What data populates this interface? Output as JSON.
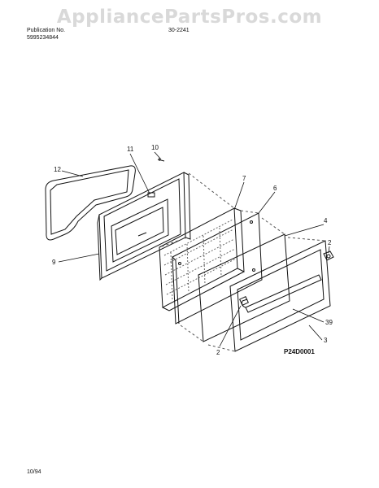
{
  "watermark": "AppliancePartsPros.com",
  "header": {
    "publication_label": "Publication No.",
    "publication_number": "5995234844",
    "model_code": "30-2241"
  },
  "callouts": [
    "11",
    "10",
    "12",
    "7",
    "6",
    "4",
    "9",
    "2",
    "39",
    "3",
    "2"
  ],
  "diagram_code": "P24D0001",
  "footer_date": "10/94"
}
